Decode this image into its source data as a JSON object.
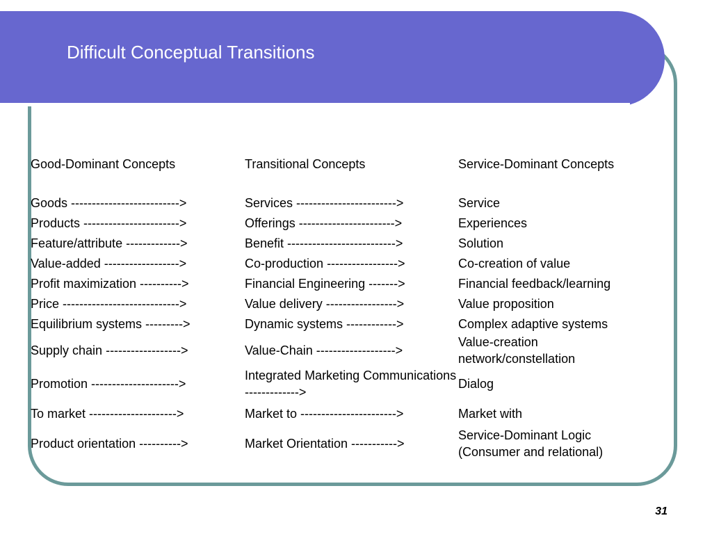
{
  "title": "Difficult Conceptual Transitions",
  "colors": {
    "title_band": "#6767cf",
    "frame_border": "#6b9a9a"
  },
  "headers": [
    "Good-Dominant Concepts",
    "Transitional Concepts",
    "Service-Dominant Concepts"
  ],
  "rows": [
    [
      "Goods -------------------------->",
      "Services ------------------------>",
      "Service"
    ],
    [
      "Products ----------------------->",
      "Offerings ----------------------->",
      "Experiences"
    ],
    [
      "Feature/attribute ------------->",
      "Benefit -------------------------->",
      "Solution"
    ],
    [
      "Value-added ------------------>",
      "Co-production ----------------->",
      "Co-creation of value"
    ],
    [
      "Profit maximization ---------->",
      "Financial Engineering ------->",
      "Financial feedback/learning"
    ],
    [
      "Price ---------------------------->",
      "Value delivery ----------------->",
      "Value proposition"
    ],
    [
      "Equilibrium systems --------->",
      "Dynamic systems ------------>",
      "Complex adaptive systems"
    ],
    [
      "Supply chain ------------------>",
      "Value-Chain ------------------->",
      "Value-creation network/constellation"
    ],
    [
      "Promotion --------------------->",
      "Integrated Marketing Communications ------------->",
      "Dialog"
    ],
    [
      "To market --------------------->",
      "Market to ----------------------->",
      "Market with"
    ],
    [
      "Product orientation ---------->",
      "Market Orientation ----------->",
      "Service-Dominant Logic (Consumer and relational)"
    ]
  ],
  "page_number": "31"
}
